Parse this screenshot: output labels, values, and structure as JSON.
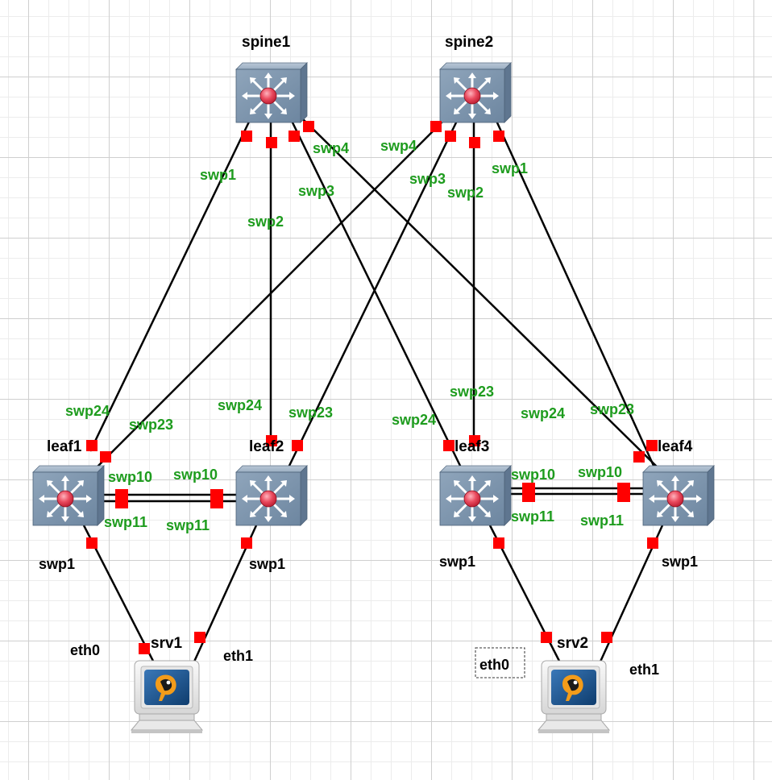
{
  "colors": {
    "link": "#000000",
    "port": "#ff0000",
    "port_label": "#1e9c1e",
    "node_label": "#000000",
    "switch_body": "#7d94ab",
    "switch_center": "#e83a4e"
  },
  "nodes": {
    "spine1": {
      "label": "spine1",
      "icon": "switch-icon"
    },
    "spine2": {
      "label": "spine2",
      "icon": "switch-icon"
    },
    "leaf1": {
      "label": "leaf1",
      "icon": "switch-icon"
    },
    "leaf2": {
      "label": "leaf2",
      "icon": "switch-icon"
    },
    "leaf3": {
      "label": "leaf3",
      "icon": "switch-icon"
    },
    "leaf4": {
      "label": "leaf4",
      "icon": "switch-icon"
    },
    "srv1": {
      "label": "srv1",
      "icon": "server-icon"
    },
    "srv2": {
      "label": "srv2",
      "icon": "server-icon"
    }
  },
  "links": [
    {
      "from": "spine1",
      "from_port": "swp1",
      "to": "leaf1",
      "to_port": "swp24"
    },
    {
      "from": "spine1",
      "from_port": "swp2",
      "to": "leaf2",
      "to_port": "swp24"
    },
    {
      "from": "spine1",
      "from_port": "swp3",
      "to": "leaf3",
      "to_port": "swp24"
    },
    {
      "from": "spine1",
      "from_port": "swp4",
      "to": "leaf4",
      "to_port": "swp24"
    },
    {
      "from": "spine2",
      "from_port": "swp1",
      "to": "leaf4",
      "to_port": "swp23"
    },
    {
      "from": "spine2",
      "from_port": "swp2",
      "to": "leaf3",
      "to_port": "swp23"
    },
    {
      "from": "spine2",
      "from_port": "swp3",
      "to": "leaf2",
      "to_port": "swp23"
    },
    {
      "from": "spine2",
      "from_port": "swp4",
      "to": "leaf1",
      "to_port": "swp23"
    },
    {
      "from": "leaf1",
      "from_port": "swp10",
      "to": "leaf2",
      "to_port": "swp10"
    },
    {
      "from": "leaf1",
      "from_port": "swp11",
      "to": "leaf2",
      "to_port": "swp11"
    },
    {
      "from": "leaf3",
      "from_port": "swp10",
      "to": "leaf4",
      "to_port": "swp10"
    },
    {
      "from": "leaf3",
      "from_port": "swp11",
      "to": "leaf4",
      "to_port": "swp11"
    },
    {
      "from": "leaf1",
      "from_port": "swp1",
      "to": "srv1",
      "to_port": "eth0"
    },
    {
      "from": "leaf2",
      "from_port": "swp1",
      "to": "srv1",
      "to_port": "eth1"
    },
    {
      "from": "leaf3",
      "from_port": "swp1",
      "to": "srv2",
      "to_port": "eth0"
    },
    {
      "from": "leaf4",
      "from_port": "swp1",
      "to": "srv2",
      "to_port": "eth1"
    }
  ]
}
